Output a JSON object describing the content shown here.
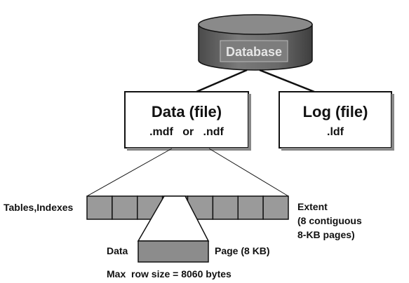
{
  "database": {
    "label": "Database"
  },
  "data_file": {
    "title": "Data (file)",
    "subtitle": ".mdf   or   .ndf"
  },
  "log_file": {
    "title": "Log (file)",
    "subtitle": ".ldf"
  },
  "extent": {
    "left_label": "Tables,Indexes",
    "right_label_lines": [
      "Extent",
      "(8 contiguous",
      "8-KB pages)"
    ],
    "page_count": 8
  },
  "page": {
    "left_label": "Data",
    "right_label": "Page (8 KB)",
    "footer": "Max  row size = 8060 bytes"
  },
  "colors": {
    "ink": "#111111",
    "cylinder_body": "#6e6e6e",
    "cylinder_top": "#8a8a8a",
    "page_fill": "#8c8c8c",
    "extent_fill": "#9a9a9a"
  }
}
